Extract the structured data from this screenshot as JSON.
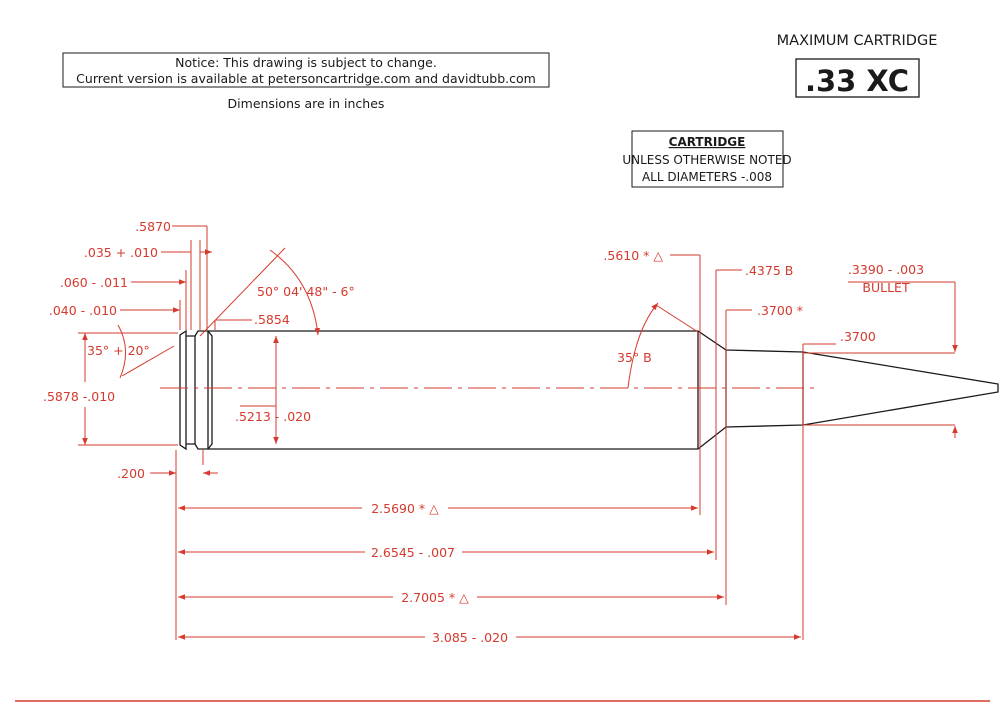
{
  "notice": {
    "line1": "Notice: This drawing is subject to change.",
    "line2": "Current version is available at petersoncartridge.com and davidtubb.com",
    "units": "Dimensions are in inches"
  },
  "title": {
    "heading": "MAXIMUM CARTRIDGE",
    "name": ".33 XC"
  },
  "spec_box": {
    "heading": "CARTRIDGE",
    "line1": "UNLESS OTHERWISE NOTED",
    "line2": "ALL DIAMETERS -.008"
  },
  "colors": {
    "dimension": "#d63a2e",
    "outline": "#1a1a1a"
  },
  "dimensions": {
    "rim_width": ".5870",
    "extractor_groove": ".035 + .010",
    "rim_thickness": ".060 - .011",
    "bevel": ".040 - .010",
    "rim_angle": "35° + 20°",
    "rim_diameter": ".5878 -.010",
    "groove_offset": ".200",
    "groove_angle": "50° 04' 48\" - 6°",
    "base_diameter": ".5854",
    "groove_diameter": ".5213 - .020",
    "shoulder_diameter": ".5610 * △",
    "shoulder_angle": "35° B",
    "neck_outer_diameter": ".4375 B",
    "neck_inner_diameter": ".3700 *",
    "neck_diameter": ".3700",
    "bullet_diameter": ".3390 - .003",
    "bullet_label": "BULLET",
    "len_shoulder": "2.5690 * △",
    "len_neck_start": "2.6545 - .007",
    "len_case": "2.7005 * △",
    "len_overall": "3.085 - .020"
  }
}
